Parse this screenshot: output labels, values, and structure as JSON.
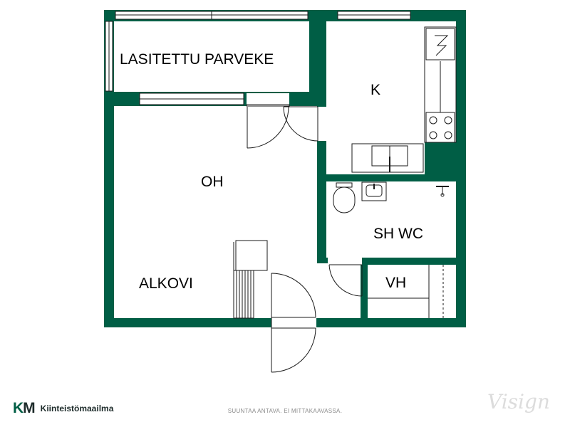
{
  "colors": {
    "wall": "#005e45",
    "background": "#ffffff",
    "line": "#1a1a1a",
    "brand_dark": "#1d2b2a"
  },
  "rooms": {
    "balcony": "LASITETTU PARVEKE",
    "kitchen": "K",
    "living": "OH",
    "alcove": "ALKOVI",
    "bathroom": "SH WC",
    "closet": "VH"
  },
  "footer": {
    "logo_text": "KM",
    "brand_name": "Kiinteistömaailma",
    "note": "SUUNTAA ANTAVA. EI MITTAKAAVASSA.",
    "watermark": "Visign"
  }
}
